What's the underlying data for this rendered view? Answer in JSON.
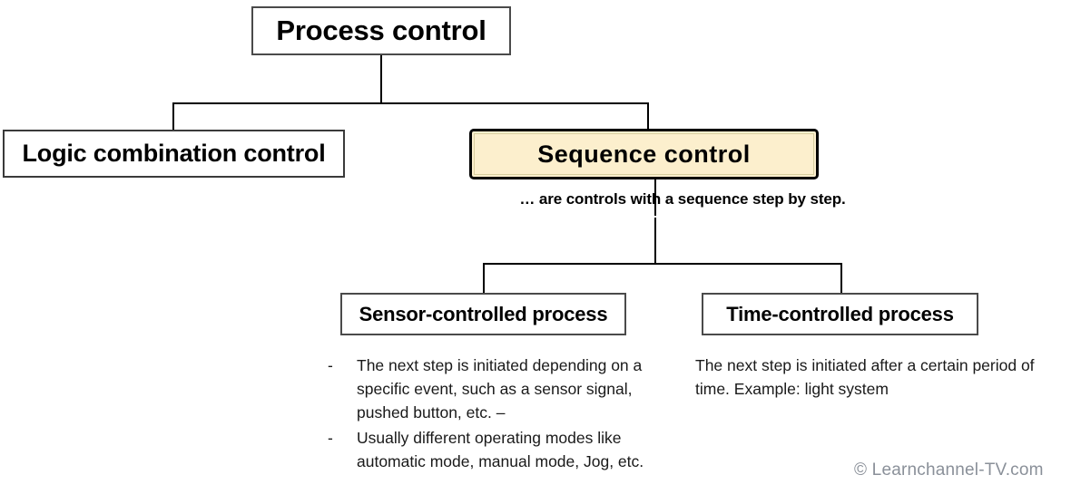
{
  "diagram": {
    "title_node": {
      "label": "Process control"
    },
    "branches": [
      {
        "id": "logic",
        "label": "Logic combination control",
        "highlighted": false
      },
      {
        "id": "sequence",
        "label": "Sequence control",
        "highlighted": true,
        "fill_color": "#FCEFCD",
        "border_color": "#000000"
      }
    ],
    "subtitle": "… are controls with a sequence step by step.",
    "sub_branches": [
      {
        "id": "sensor",
        "label": "Sensor-controlled process"
      },
      {
        "id": "time",
        "label": "Time-controlled process"
      }
    ],
    "descriptions": {
      "sensor": {
        "style": "bulleted",
        "bullet_mark": "-",
        "items": [
          "The next step is initiated depending on a specific event, such as a sensor signal, pushed button, etc. –",
          "Usually different operating modes like automatic mode, manual mode, Jog, etc."
        ]
      },
      "time": {
        "style": "paragraph",
        "items": [
          "The next step is initiated after a certain period of time. Example: light system"
        ]
      }
    }
  },
  "footer": {
    "copyright": "© Learnchannel-TV.com",
    "color": "#8A9099"
  }
}
